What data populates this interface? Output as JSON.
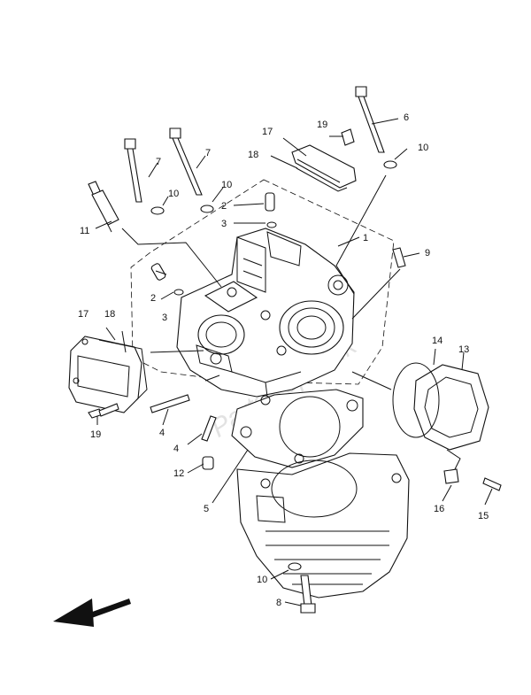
{
  "watermark": "PartsRepublik",
  "callouts": [
    {
      "id": "c1",
      "text": "1"
    },
    {
      "id": "c2a",
      "text": "2"
    },
    {
      "id": "c2b",
      "text": "2"
    },
    {
      "id": "c3a",
      "text": "3"
    },
    {
      "id": "c3b",
      "text": "3"
    },
    {
      "id": "c4a",
      "text": "4"
    },
    {
      "id": "c4b",
      "text": "4"
    },
    {
      "id": "c5",
      "text": "5"
    },
    {
      "id": "c6",
      "text": "6"
    },
    {
      "id": "c7a",
      "text": "7"
    },
    {
      "id": "c7b",
      "text": "7"
    },
    {
      "id": "c8",
      "text": "8"
    },
    {
      "id": "c9",
      "text": "9"
    },
    {
      "id": "c10a",
      "text": "10"
    },
    {
      "id": "c10b",
      "text": "10"
    },
    {
      "id": "c10c",
      "text": "10"
    },
    {
      "id": "c10d",
      "text": "10"
    },
    {
      "id": "c11",
      "text": "11"
    },
    {
      "id": "c12",
      "text": "12"
    },
    {
      "id": "c13",
      "text": "13"
    },
    {
      "id": "c14",
      "text": "14"
    },
    {
      "id": "c15",
      "text": "15"
    },
    {
      "id": "c16",
      "text": "16"
    },
    {
      "id": "c17a",
      "text": "17"
    },
    {
      "id": "c17b",
      "text": "17"
    },
    {
      "id": "c18a",
      "text": "18"
    },
    {
      "id": "c18b",
      "text": "18"
    },
    {
      "id": "c19a",
      "text": "19"
    },
    {
      "id": "c19b",
      "text": "19"
    }
  ]
}
